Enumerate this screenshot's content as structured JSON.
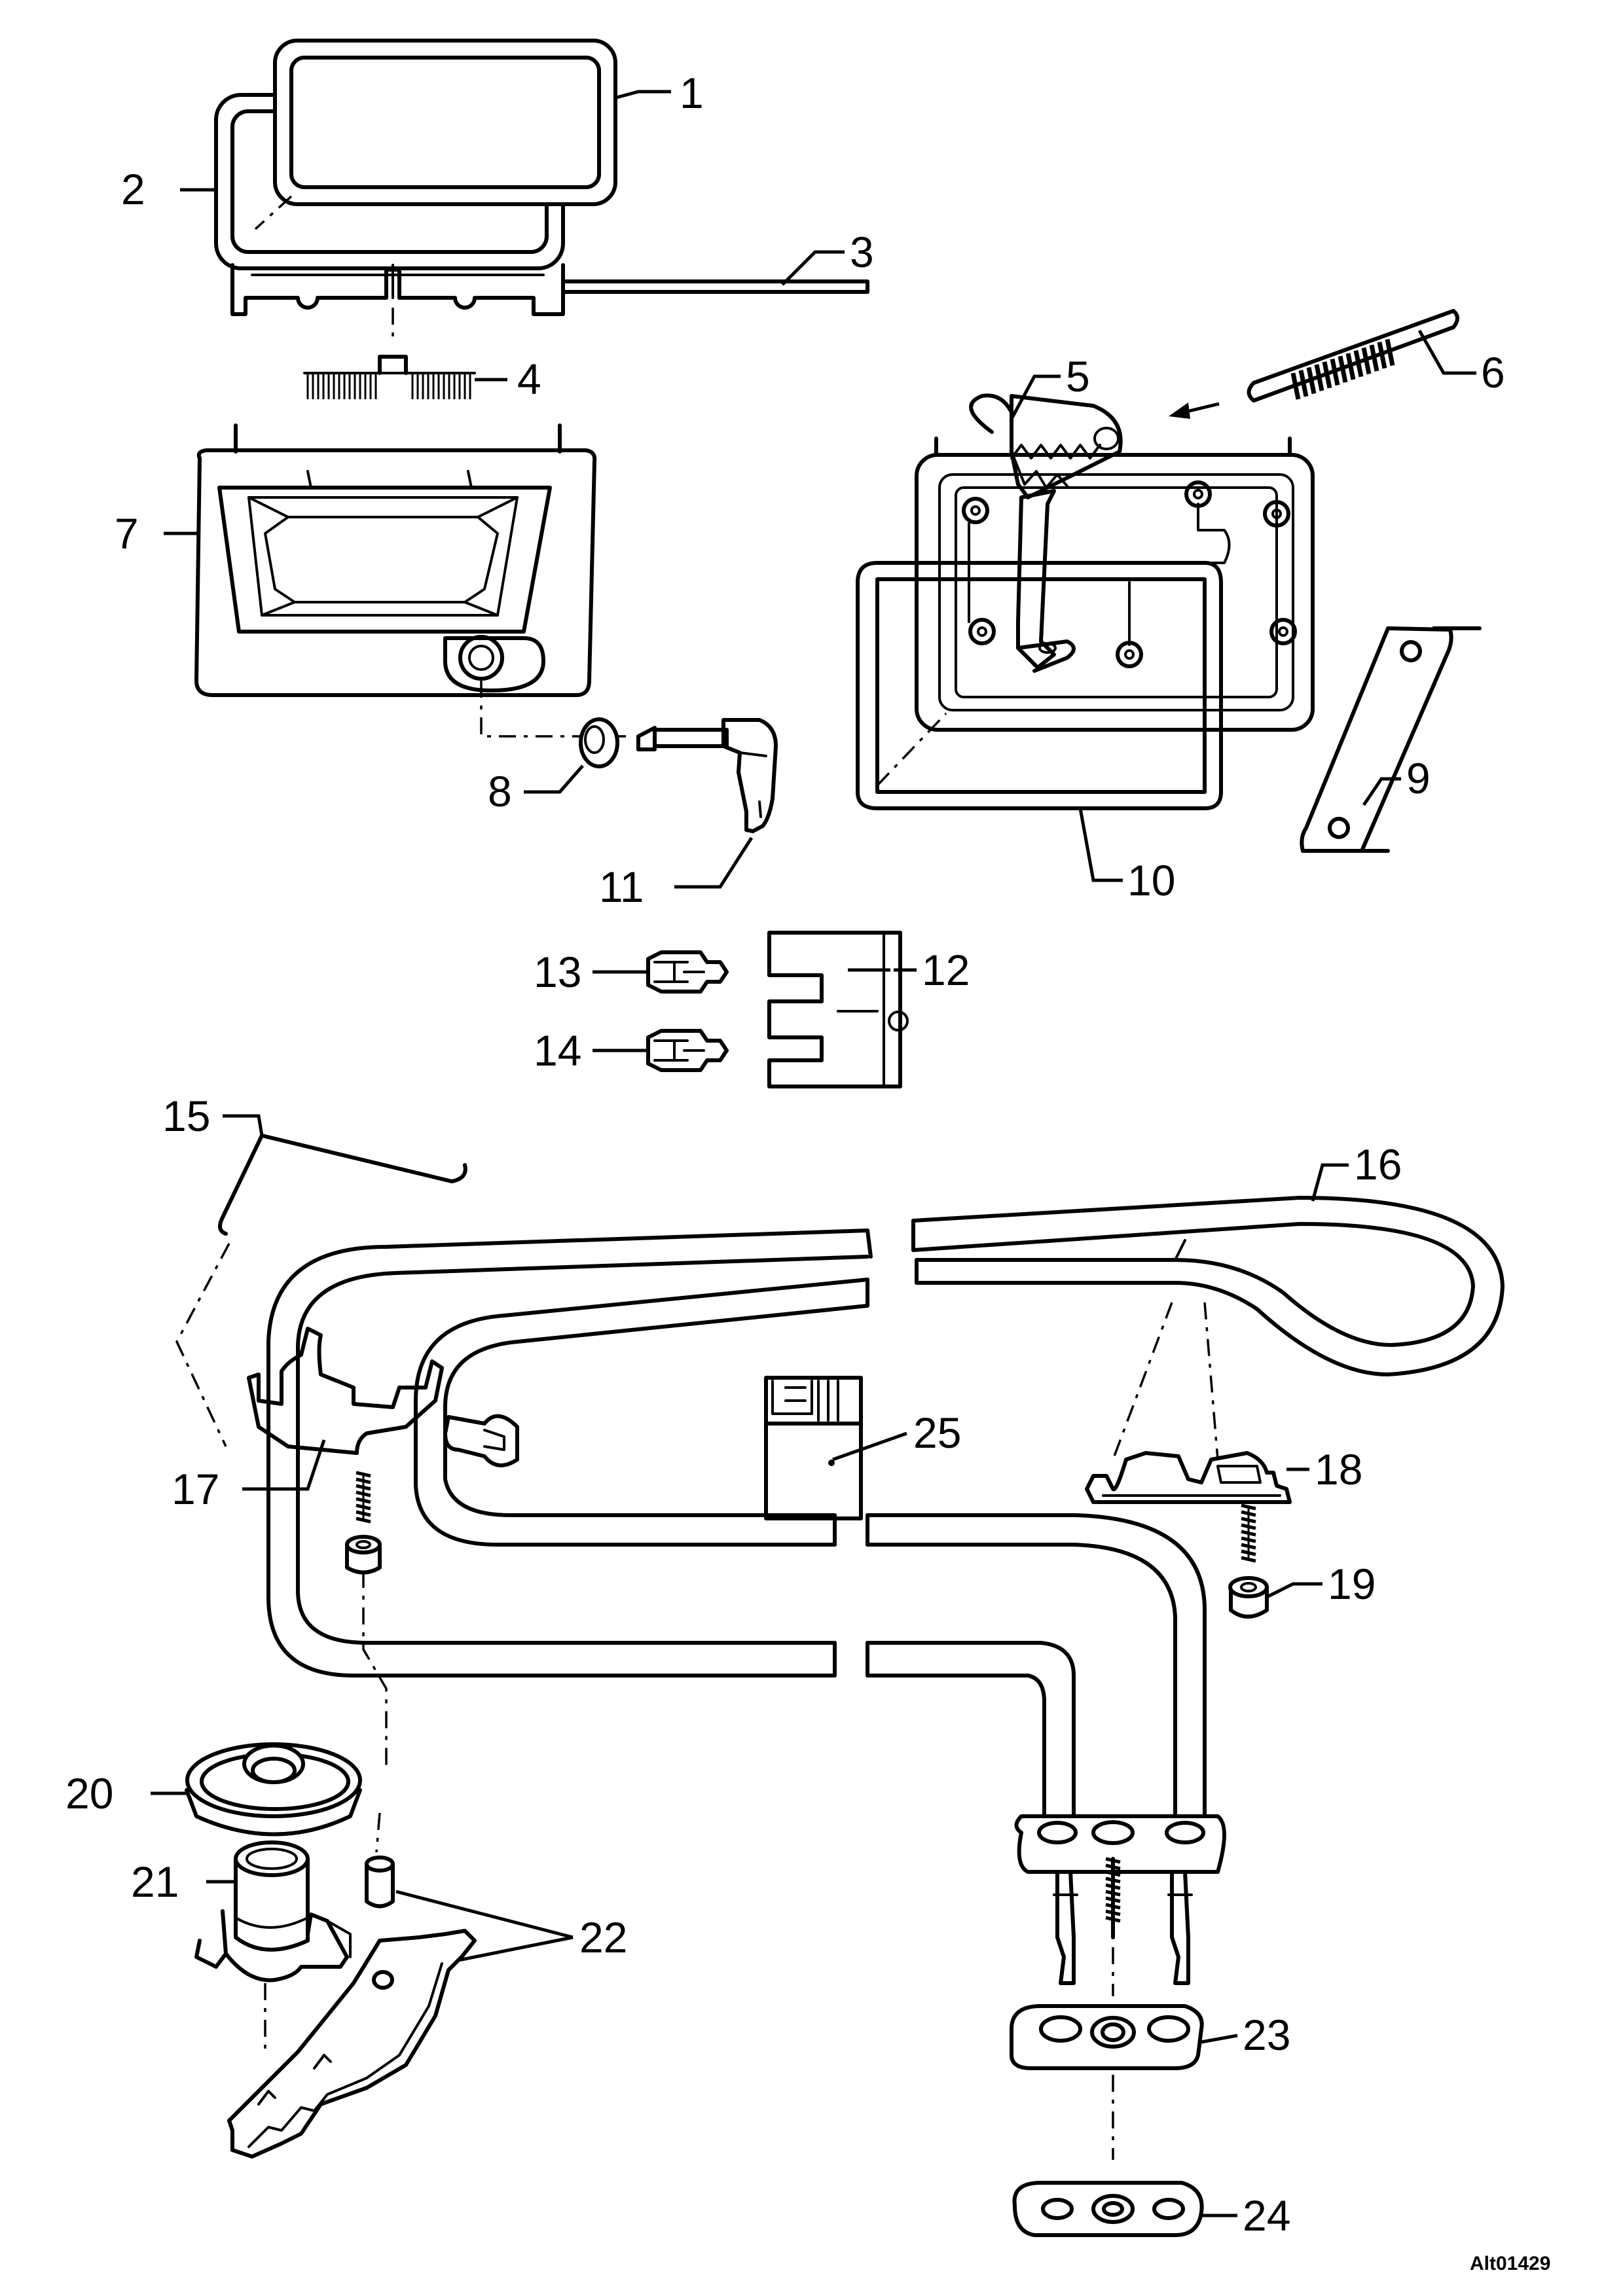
{
  "diagram": {
    "callouts": [
      "1",
      "2",
      "3",
      "4",
      "5",
      "6",
      "7",
      "8",
      "9",
      "10",
      "11",
      "12",
      "13",
      "14",
      "15",
      "16",
      "17",
      "18",
      "19",
      "20",
      "21",
      "22",
      "23",
      "24",
      "25"
    ],
    "figure_code": "Alt01429"
  }
}
